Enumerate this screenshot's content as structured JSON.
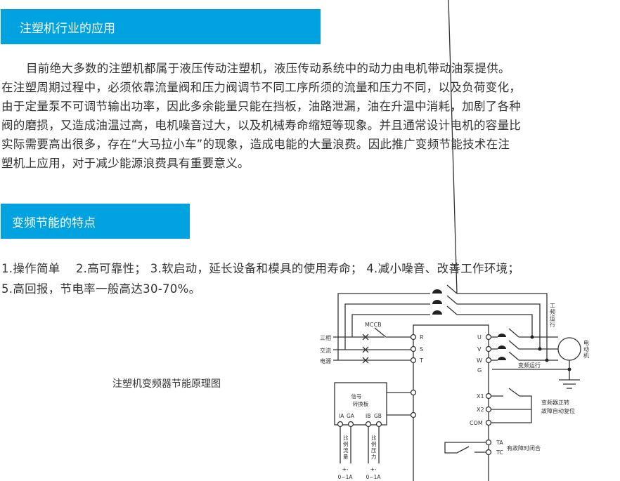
{
  "section1": {
    "title": "注塑机行业的应用",
    "lines": [
      "目前绝大多数的注塑机都属于液压传动注塑机，液压传动系统中的动力由电机带动油泵提供。",
      "在注塑周期过程中，必须依靠流量阀和压力阀调节不同工序所须的流量和压力不同，以及负荷变化，",
      "由于定量泵不可调节输出功率，因此多余能量只能在挡板，油路泄漏，油在升温中消耗，加剧了各种",
      "阀的磨损，又造成油温过高，电机噪音过大，以及机械寿命缩短等现象。并且通常设计电机的容量比",
      "实际需要高出很多，存在“大马拉小车”的现象，造成电能的大量浪费。因此推广变频节能技术在注",
      "塑机上应用，对于减少能源浪费具有重要意义。"
    ]
  },
  "section2": {
    "title": "变频节能的特点",
    "lines": [
      "1.操作简单　 2.高可靠性；  3.软启动，延长设备和模具的使用寿命；  4.减小噪音、改善工作环境；",
      "5.高回报，节电率一般高达30-70%。"
    ]
  },
  "diagram": {
    "caption": "注塑机变频器节能原理图",
    "input_labels": [
      "三相",
      "交流",
      "电源"
    ],
    "mccb": "MCCB",
    "input_terminals": [
      "R",
      "S",
      "T"
    ],
    "output_terminals": [
      "U",
      "V",
      "W",
      "G"
    ],
    "bypass_label": [
      "工",
      "频",
      "运",
      "行"
    ],
    "motor_label": [
      "电",
      "动",
      "机"
    ],
    "vf_run_label": "变频运行",
    "board_title": [
      "信号",
      "转换板"
    ],
    "board_terminals": [
      "IA",
      "GA",
      "IB",
      "GB"
    ],
    "flow_label": [
      "比",
      "例",
      "流",
      "量"
    ],
    "pressure_label": [
      "比",
      "例",
      "压",
      "力"
    ],
    "signal_polarity": [
      "+-",
      "+-"
    ],
    "signal_range": [
      "0~1A",
      "0~1A"
    ],
    "control_terminals": [
      "X1",
      "X2",
      "COM"
    ],
    "control_label": [
      "变频器正转",
      "故障自动复位"
    ],
    "relay_terminals": [
      "TA",
      "TC"
    ],
    "relay_label": "有故障时闭合"
  }
}
